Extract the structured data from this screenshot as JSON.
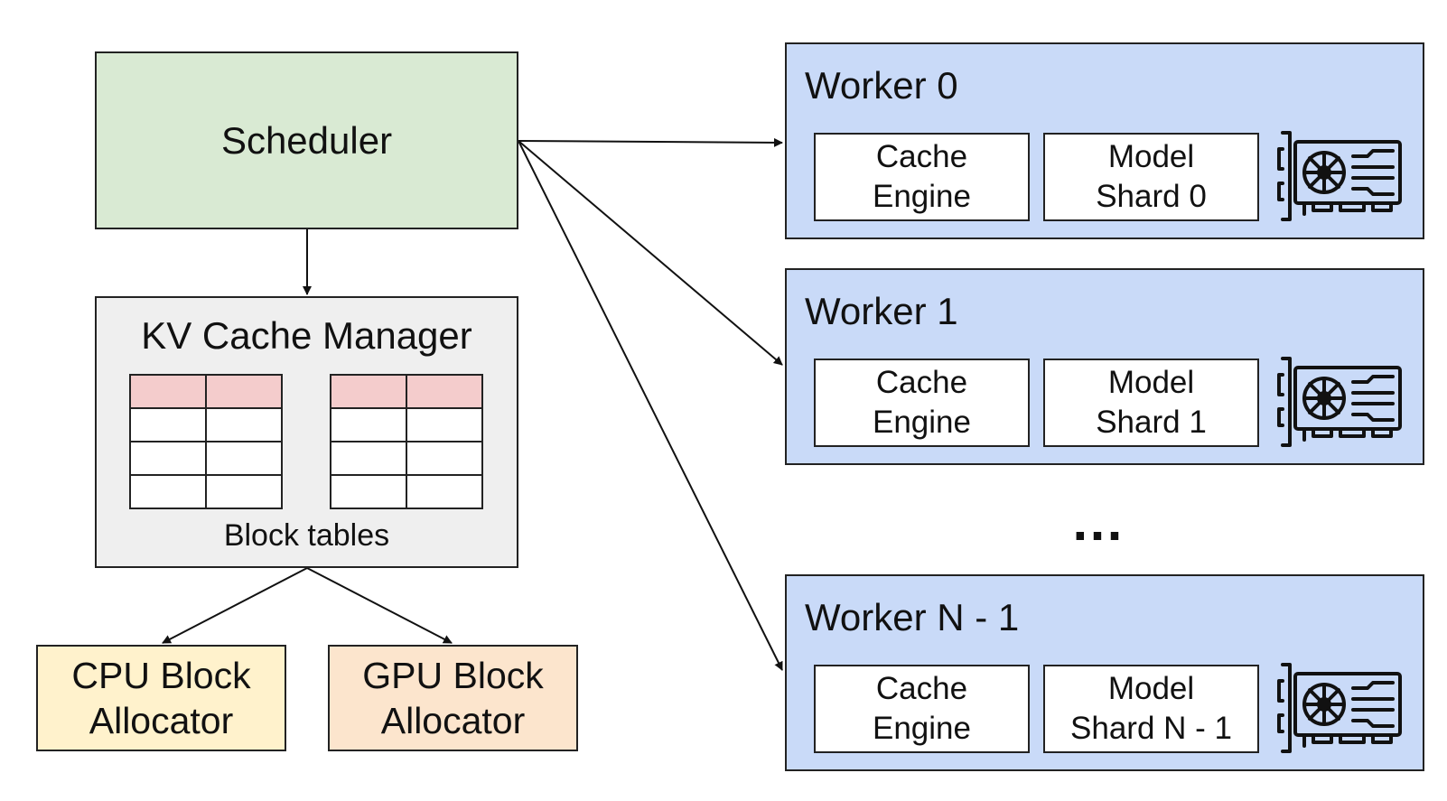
{
  "scheduler": {
    "label": "Scheduler"
  },
  "kv_cache_manager": {
    "title": "KV Cache Manager",
    "caption": "Block tables"
  },
  "allocators": {
    "cpu": {
      "line1": "CPU Block",
      "line2": "Allocator"
    },
    "gpu": {
      "line1": "GPU Block",
      "line2": "Allocator"
    }
  },
  "workers": [
    {
      "title": "Worker 0",
      "cache_line1": "Cache",
      "cache_line2": "Engine",
      "model_line1": "Model",
      "model_line2": "Shard 0",
      "icon": "gpu-card-icon"
    },
    {
      "title": "Worker 1",
      "cache_line1": "Cache",
      "cache_line2": "Engine",
      "model_line1": "Model",
      "model_line2": "Shard 1",
      "icon": "gpu-card-icon"
    },
    {
      "title": "Worker N - 1",
      "cache_line1": "Cache",
      "cache_line2": "Engine",
      "model_line1": "Model",
      "model_line2": "Shard N - 1",
      "icon": "gpu-card-icon"
    }
  ],
  "ellipsis": "…",
  "colors": {
    "scheduler": "#d9ead3",
    "kv_cache_manager": "#efefef",
    "block_table_header": "#f4cccc",
    "cpu_allocator": "#fff2cc",
    "gpu_allocator": "#fce5cd",
    "worker": "#c9daf8"
  }
}
